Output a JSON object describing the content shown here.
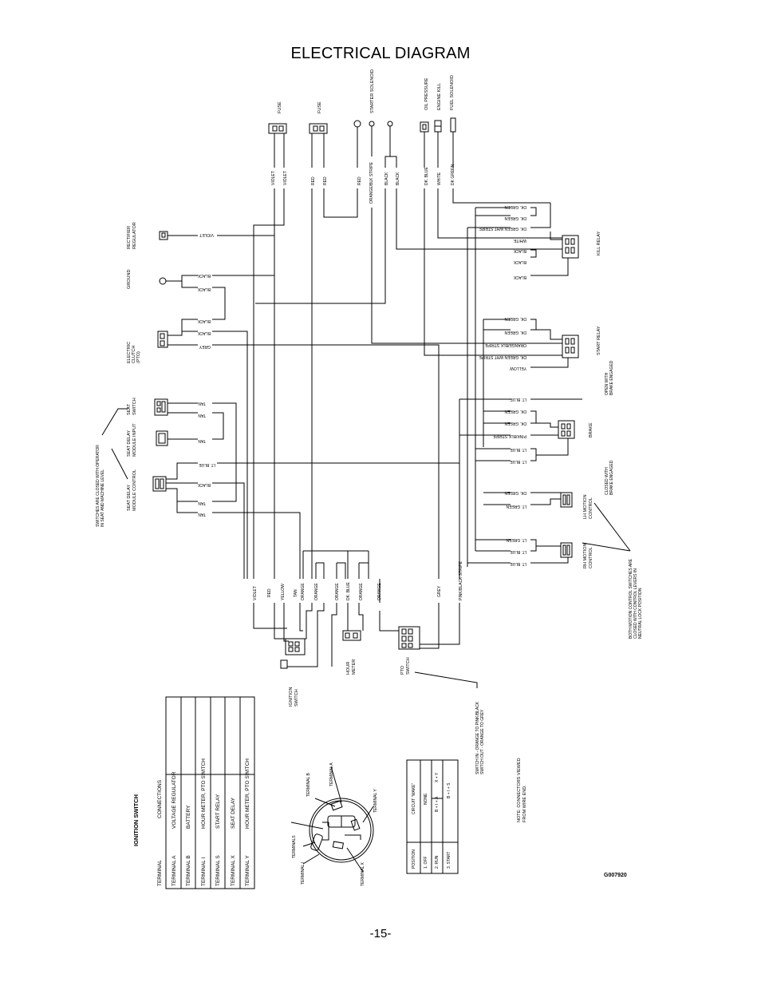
{
  "title": "ELECTRICAL DIAGRAM",
  "page_number": "-15-",
  "figure_id": "G007920",
  "top_components": {
    "fuse1": "FUSE",
    "fuse2": "FUSE",
    "starter_solenoid": "STARTER SOLENOID",
    "oil_pressure": "OIL PRESSURE",
    "engine_kill": "ENGINE KILL",
    "fuel_solenoid": "FUEL SOLENOID"
  },
  "left_components": {
    "rectifier": "RECTIFIER REGULATOR",
    "ground": "GROUND",
    "clutch": "ELECTRIC CLUTCH (PTO)",
    "seat_switch": "SEAT SWITCH",
    "seat_delay_input": "SEAT DELAY MODULE INPUT",
    "seat_delay_control": "SEAT DELAY MODULE CONTROL",
    "switch_note": "SWITCHES ARE CLOSED WITH OPERATOR IN SEAT AND MACHINE LEVEL"
  },
  "right_components": {
    "kill_relay": "KILL RELAY",
    "start_relay": "START RELAY",
    "brake": "BRAKE",
    "brake_open": "OPEN WITH BRAKE ENGAGED",
    "brake_closed": "CLOSED WITH BRAKE ENGAGED",
    "lh_motion": "LH MOTION CONTROL",
    "rh_motion": "RH MOTION CONTROL",
    "motion_note": "BOTH MOTION CONTROL SWITCHES ARE CLOSED WITH CONTROL LEVERS IN NEUTRAL LOCK POSITION"
  },
  "bottom_components": {
    "ignition_switch": "IGNITION SWITCH",
    "hour_meter": "HOUR METER",
    "pto_switch": "PTO SWITCH",
    "pto_note": "SWITCH IN - ORANGE TO PINK/BLACK SWITCH OUT - ORANGE TO GREY",
    "connector_note": "NOTE: CONNECTORS VIEWED FROM WIRE END."
  },
  "wire_labels": {
    "violet": "VIOLET",
    "red": "RED",
    "black": "BLACK",
    "dk_blue": "DK. BLUE",
    "white": "WHITE",
    "dk_green": "DK GREEN",
    "orange_blk": "ORANGE/BLK STRIPE",
    "dk_green_r": "DK. GREEN",
    "dk_green_wht": "DK. GREEN WHT STRIPE",
    "orange_blk_r": "ORANGE/BLK STRIPE",
    "yellow": "YELLOW",
    "lt_blue": "LT. BLUE",
    "pink_blk": "PINK/BLK STRIPE",
    "lt_green": "LT. GREEN",
    "grey": "GREY",
    "tan": "TAN",
    "orange": "ORANGE",
    "pink_black": "PINK/BLACK STRIPE"
  },
  "ignition_table": {
    "heading": "IGNITION SWITCH",
    "col_terminal": "TERMINAL",
    "col_connections": "CONNECTIONS",
    "rows": [
      {
        "terminal": "TERMINAL A",
        "connection": "VOLTAGE REGULATOR"
      },
      {
        "terminal": "TERMINAL B",
        "connection": "BATTERY"
      },
      {
        "terminal": "TERMINAL I",
        "connection": "HOUR METER, PTO SWITCH"
      },
      {
        "terminal": "TERMINAL S",
        "connection": "START RELAY"
      },
      {
        "terminal": "TERMINAL X",
        "connection": "SEAT DELAY"
      },
      {
        "terminal": "TERMINAL Y",
        "connection": "HOUR METER, PTO SWITCH"
      }
    ]
  },
  "terminal_labels": {
    "b": "TERMINAL B",
    "a": "TERMINAL A",
    "y": "TERMINAL Y",
    "s": "TERMINALS",
    "i": "TERMINAL I",
    "x": "TERMINAL X"
  },
  "position_table": {
    "col_position": "POSITION",
    "col_circuit": "CIRCUIT \"MAKE\"",
    "rows": [
      {
        "position": "1. OFF",
        "circuit": "NONE",
        "extra": ""
      },
      {
        "position": "2. RUN",
        "circuit": "B + I + A",
        "extra": "X + Y"
      },
      {
        "position": "3. START",
        "circuit": "B + I + S",
        "extra": ""
      }
    ]
  }
}
